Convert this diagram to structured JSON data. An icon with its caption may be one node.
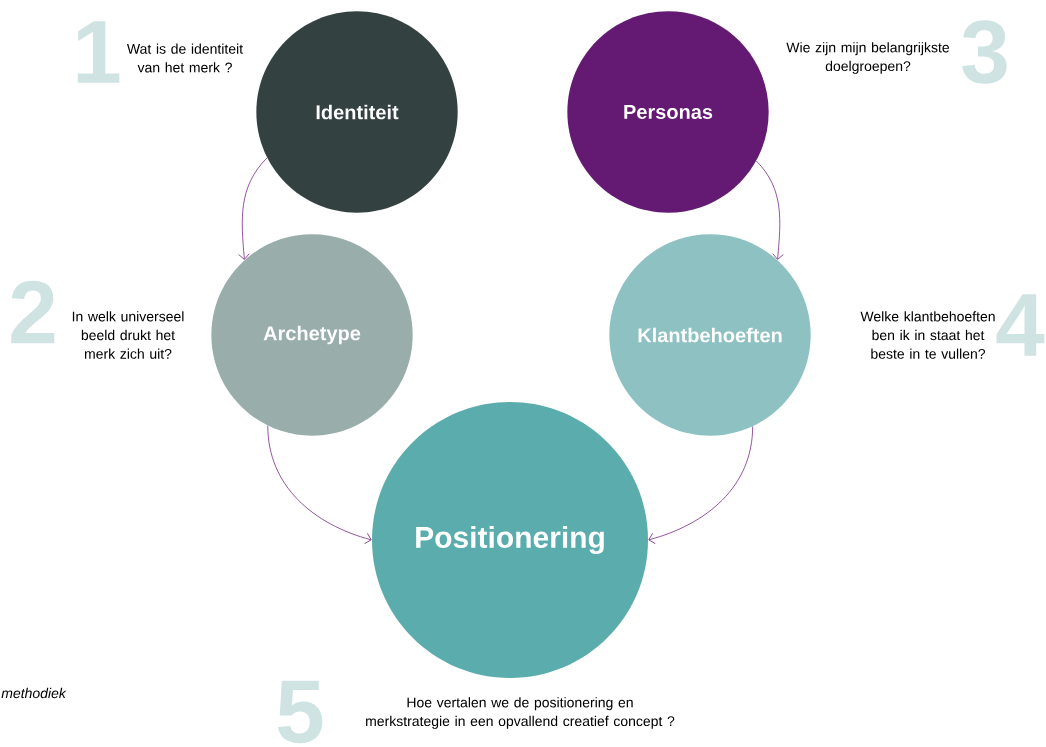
{
  "diagram": {
    "nodes": [
      {
        "text": [
          "Identiteit"
        ],
        "beside": [
          "Wat is de identiteit van het merk ?"
        ]
      },
      {
        "text": [
          "Archetype"
        ],
        "beside": [
          "In welk universeel beeld drukt het merk zich uit?"
        ]
      },
      {
        "text": [
          "Personas"
        ],
        "beside": [
          "Wie zijn mijn belangrijkste doelgroepen?"
        ]
      },
      {
        "text": [
          "Klantbehoeften"
        ],
        "beside": [
          "Welke klantbehoeften ben ik in staat het beste in te vullen?"
        ]
      },
      {
        "text": [
          "Positionering"
        ],
        "beside": [
          "Hoe vertalen we de positionering en merkstrategie in een opvallend creatief concept ?"
        ]
      }
    ],
    "edges": [
      {
        "from": 0,
        "to": 1,
        "arrow": "to"
      },
      {
        "from": 2,
        "to": 3,
        "arrow": "to"
      },
      {
        "from": 1,
        "to": 4,
        "arrow": "to"
      },
      {
        "from": 3,
        "to": 4,
        "arrow": "to"
      }
    ],
    "labels": [
      "1",
      "3",
      "2",
      "4",
      "5",
      "methodiek"
    ]
  }
}
